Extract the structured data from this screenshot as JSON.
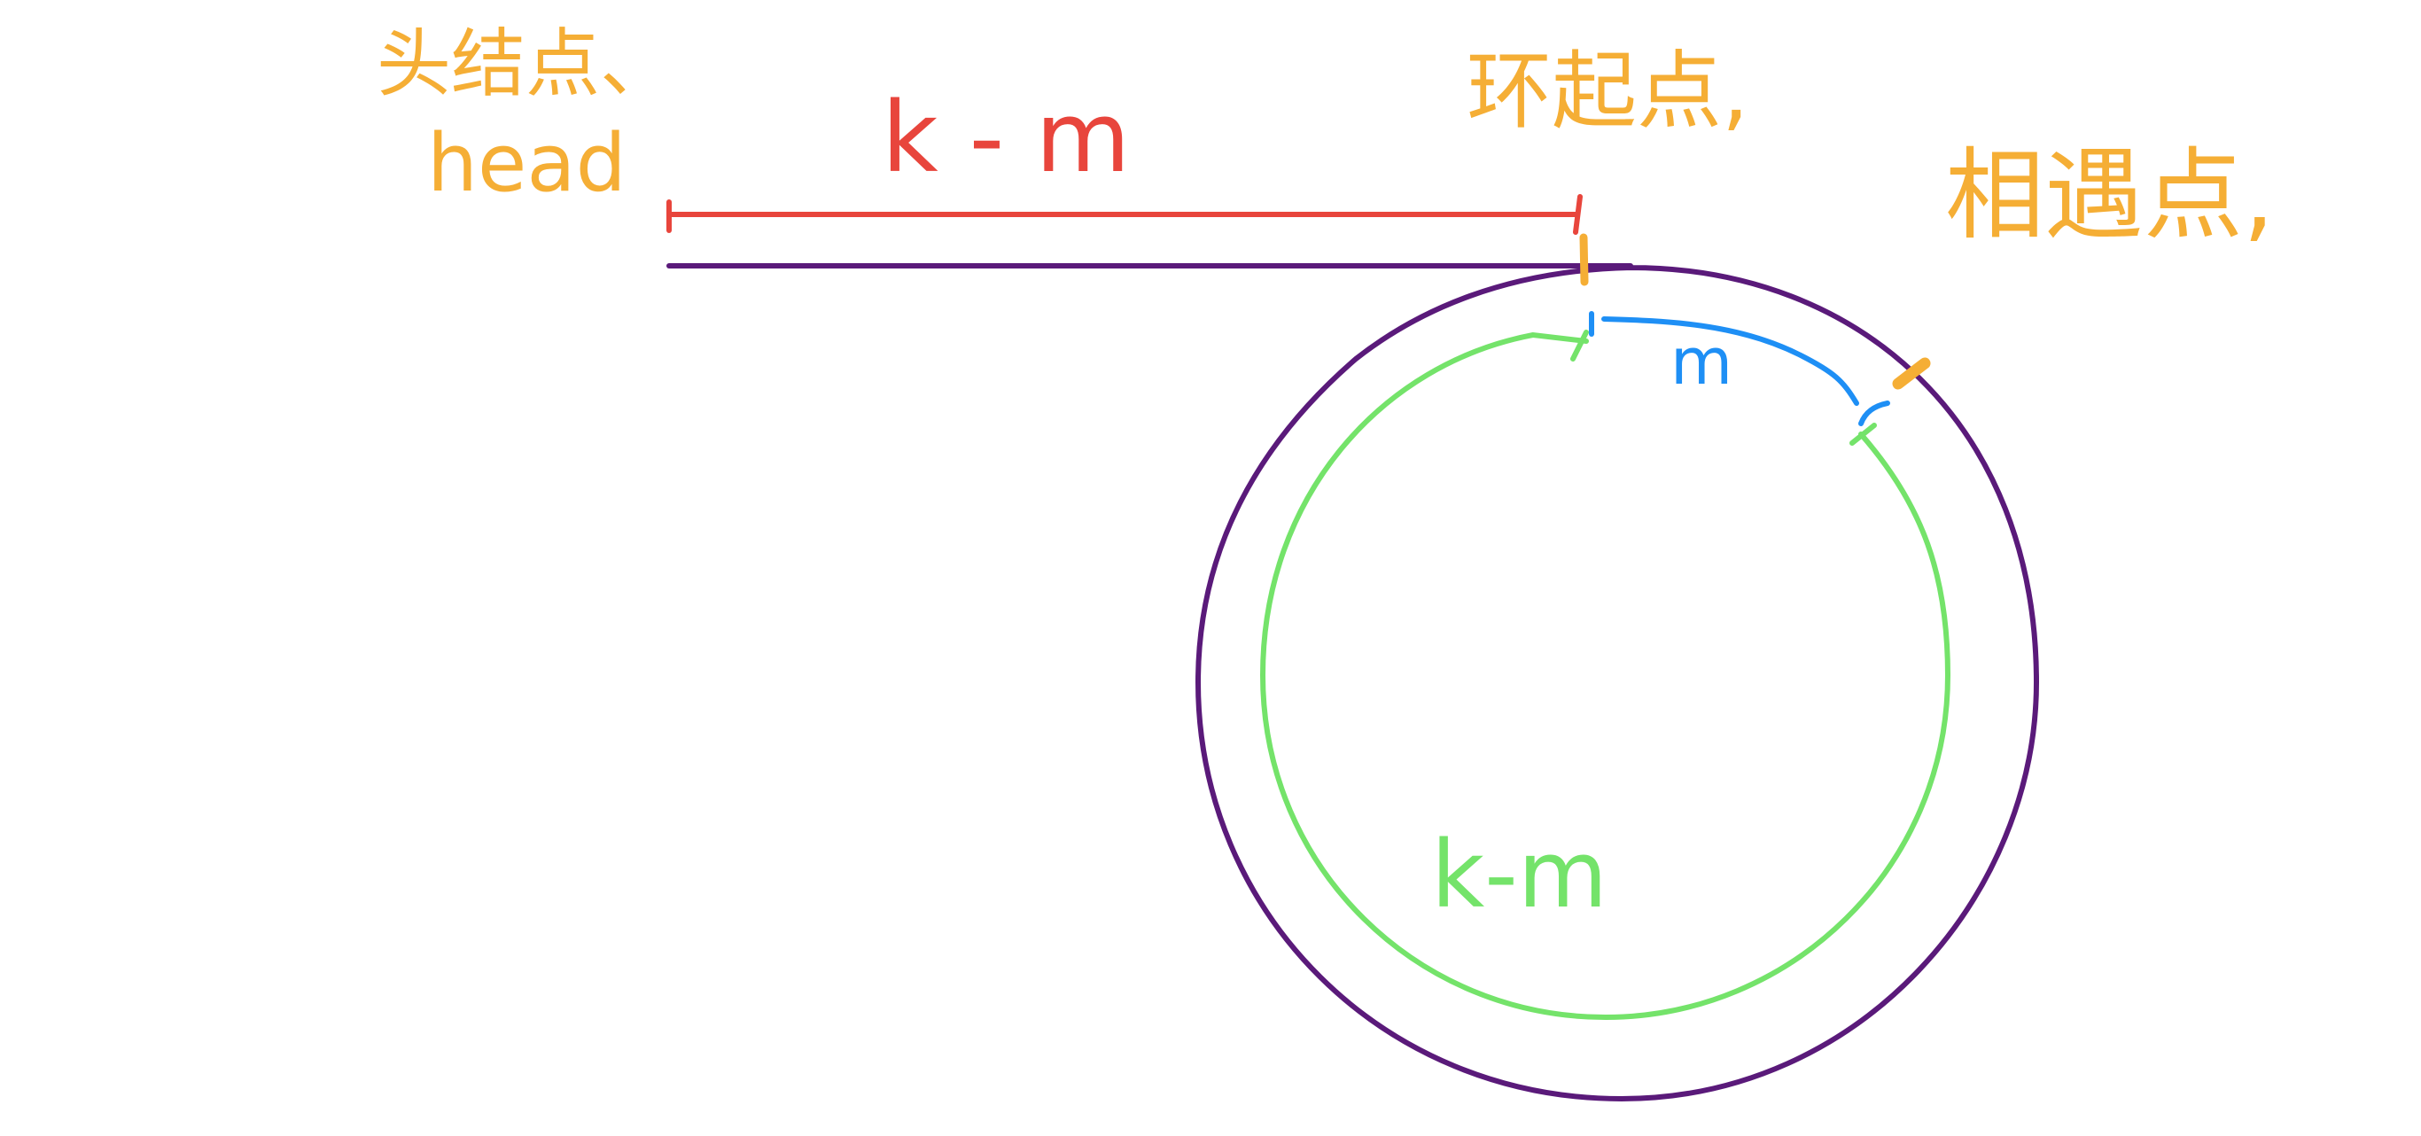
{
  "labels": {
    "head_node": "头结点、",
    "head": "head",
    "loop_start": "环起点,",
    "meeting_point": "相遇点,",
    "straight_segment": "k - m",
    "arc_m": "m",
    "arc_remaining": "k-m"
  },
  "colors": {
    "list_line": "#5a1a7a",
    "label": "#f5ae35",
    "straight_measure": "#e8453c",
    "arc_m": "#1e8ff5",
    "arc_remaining": "#74e36a",
    "background": "#ffffff"
  }
}
